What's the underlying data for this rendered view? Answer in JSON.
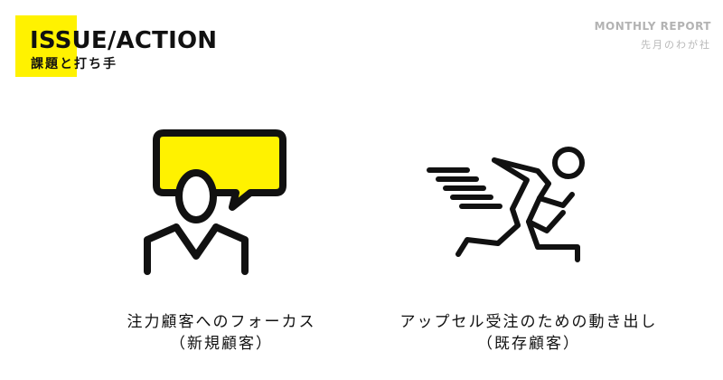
{
  "header": {
    "title": "ISSUE/ACTION",
    "subtitle": "課題と打ち手",
    "report_label": "MONTHLY REPORT",
    "report_subtitle": "先月のわが社",
    "accent_color": "#fff200"
  },
  "items": [
    {
      "icon": "speech-bubble-person-icon",
      "caption_line1": "注力顧客へのフォーカス",
      "caption_line2": "（新規顧客）"
    },
    {
      "icon": "running-person-icon",
      "caption_line1": "アップセル受注のための動き出し",
      "caption_line2": "（既存顧客）"
    }
  ]
}
